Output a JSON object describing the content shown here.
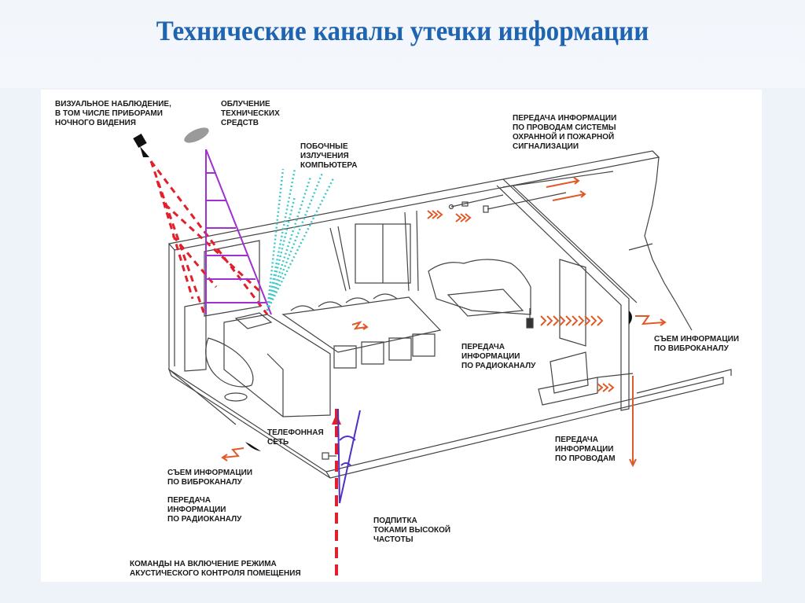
{
  "slide": {
    "title": "Технические каналы утечки информации"
  },
  "labels": {
    "visual": [
      "Визуальное наблюдение,",
      "в том числе приборами",
      "ночного видения"
    ],
    "irradiation": [
      "Облучение",
      "технических",
      "средств"
    ],
    "side_emissions": [
      "Побочные",
      "излучения",
      "компьютера"
    ],
    "alarm_wires": [
      "Передача информации",
      "по проводам системы",
      "охранной и пожарной",
      "сигнализации"
    ],
    "vibro_right": [
      "Съем информации",
      "по виброканалу"
    ],
    "radio_center": [
      "Передача",
      "информации",
      "по радиоканалу"
    ],
    "phone_net": [
      "Телефонная",
      "сеть"
    ],
    "vibro_left": [
      "Съем информации",
      "по виброканалу"
    ],
    "radio_left": [
      "Передача",
      "информации",
      "по радиоканалу"
    ],
    "wires": [
      "Передача",
      "информации",
      "по проводам"
    ],
    "hf": [
      "Подпитка",
      "токами высокой",
      "частоты"
    ],
    "commands": [
      "Команды на включение режима",
      "акустического контроля помещения"
    ]
  },
  "colors": {
    "title": "#1f64b0",
    "red_dashed": "#e0202a",
    "purple": "#a030d0",
    "cyan": "#40c8c8",
    "orange": "#e05a28",
    "line": "#444444",
    "blue_violet": "#5030c0"
  }
}
